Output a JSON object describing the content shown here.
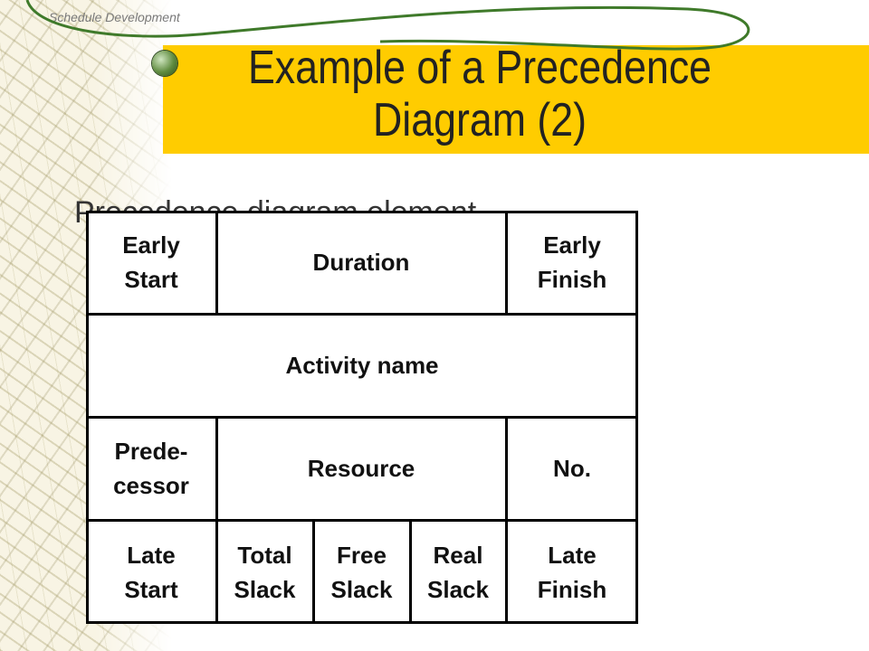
{
  "header": {
    "text": "Schedule Development"
  },
  "title": {
    "line1": "Example of a Precedence",
    "line2": "Diagram (2)"
  },
  "bullet": {
    "text": "Precedence diagram element"
  },
  "node": {
    "row1": {
      "early_start": "Early\nStart",
      "duration": "Duration",
      "early_finish": "Early\nFinish"
    },
    "row2": {
      "activity_name": "Activity name"
    },
    "row3": {
      "predecessor": "Prede-\ncessor",
      "resource": "Resource",
      "number": "No."
    },
    "row4": {
      "late_start": "Late\nStart",
      "total_slack": "Total\nSlack",
      "free_slack": "Free\nSlack",
      "real_slack": "Real\nSlack",
      "late_finish": "Late\nFinish"
    }
  },
  "colors": {
    "title_band": "#ffcc00",
    "swoosh": "#3f7a2a",
    "grid": "#000000"
  }
}
